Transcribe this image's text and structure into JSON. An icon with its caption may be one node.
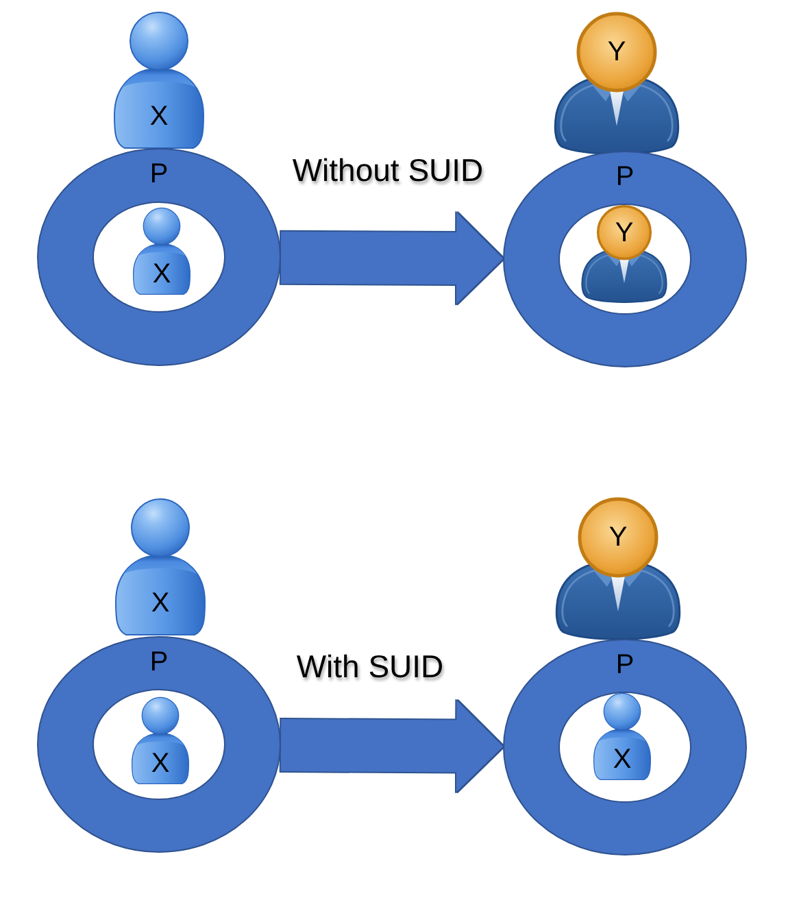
{
  "diagram": {
    "nodes": [
      {
        "text": [
          "X"
        ]
      },
      {
        "text": [
          "P"
        ]
      },
      {
        "text": [
          "X"
        ],
        "in": 1
      },
      {
        "text": [
          "Y"
        ]
      },
      {
        "text": [
          "P"
        ]
      },
      {
        "text": [
          "Y"
        ],
        "in": 4
      },
      {
        "text": [
          "X"
        ]
      },
      {
        "text": [
          "P"
        ]
      },
      {
        "text": [
          "X"
        ],
        "in": 7
      },
      {
        "text": [
          "Y"
        ]
      },
      {
        "text": [
          "P"
        ]
      },
      {
        "text": [
          "X"
        ],
        "in": 10
      }
    ],
    "edges": [
      {
        "from": 1,
        "to": 4,
        "arrow": "to",
        "label": "Without SUID"
      },
      {
        "from": 7,
        "to": 10,
        "arrow": "to",
        "label": "With SUID"
      }
    ]
  }
}
